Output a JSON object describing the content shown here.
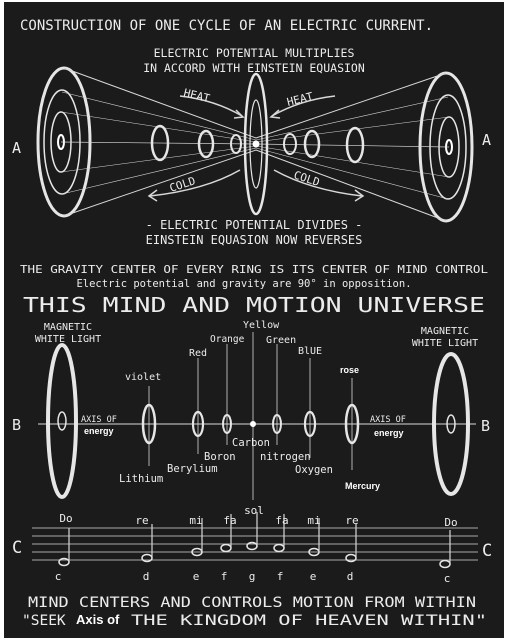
{
  "diagram": {
    "title": "CONSTRUCTION OF ONE CYCLE OF AN ELECTRIC CURRENT.",
    "top": {
      "multiplies_line1": "ELECTRIC POTENTIAL MULTIPLIES",
      "multiplies_line2": "IN ACCORD WITH EINSTEIN EQUASION",
      "heat_left": "HEAT",
      "heat_right": "HEAT",
      "cold_left": "COLD",
      "cold_right": "COLD",
      "label_a_left": "A",
      "label_a_right": "A",
      "divides_line1": "- ELECTRIC POTENTIAL DIVIDES -",
      "divides_line2": "EINSTEIN EQUASION NOW REVERSES"
    },
    "gravity_line1": "THE GRAVITY CENTER OF EVERY RING IS ITS CENTER OF MIND CONTROL",
    "gravity_line2": "Electric potential and gravity are 90° in opposition.",
    "universe_heading": "THIS MIND AND MOTION UNIVERSE",
    "middle": {
      "magnetic_left_1": "MAGNETIC",
      "magnetic_left_2": "WHITE LIGHT",
      "magnetic_right_1": "MAGNETIC",
      "magnetic_right_2": "WHITE LIGHT",
      "label_b_left": "B",
      "label_b_right": "B",
      "axis_of_left": "AXIS OF",
      "axis_of_right": "AXIS OF",
      "energy_left": "energy",
      "energy_right": "energy",
      "colors": [
        "violet",
        "Red",
        "Orange",
        "Yellow",
        "Green",
        "BlUE",
        "rose"
      ],
      "elements": [
        "Lithium",
        "Berylium",
        "Boron",
        "Carbon",
        "nitrogen",
        "Oxygen",
        "Mercury"
      ]
    },
    "music": {
      "label_c_left": "C",
      "label_c_right": "C",
      "solfege": [
        "Do",
        "re",
        "mi",
        "fa",
        "sol",
        "fa",
        "mi",
        "re",
        "Do"
      ],
      "letters": [
        "c",
        "d",
        "e",
        "f",
        "g",
        "f",
        "e",
        "d",
        "c"
      ]
    },
    "bottom_line1": "MIND CENTERS AND CONTROLS MOTION FROM WITHIN",
    "bottom_seek": "\"SEEK",
    "bottom_axis_of": "Axis of",
    "bottom_rest": "THE KINGDOM OF HEAVEN WITHIN\"",
    "colors": {
      "board": "#1b1b1b",
      "chalk": "#ececec",
      "annotation": "#ffffff"
    }
  }
}
